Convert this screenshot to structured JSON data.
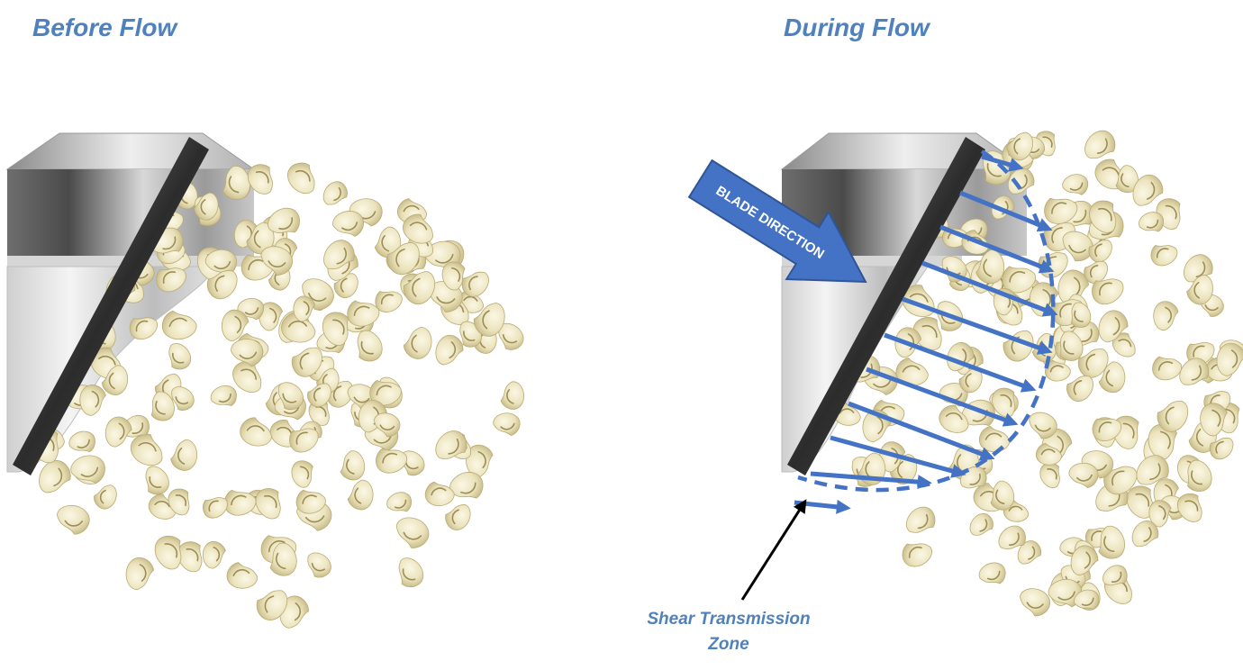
{
  "panels": {
    "before": {
      "title": "Before Flow"
    },
    "during": {
      "title": "During Flow"
    }
  },
  "blade_arrow": {
    "label": "BLADE DIRECTION"
  },
  "zone_label": {
    "line1": "Shear Transmission",
    "line2": "Zone"
  },
  "colors": {
    "title_blue": "#4f81bd",
    "arrow_blue": "#4472c4",
    "particle_fill": "#efe8c6",
    "particle_shadow": "#c9bd8c",
    "metal_dark": "#3a3a3a"
  }
}
